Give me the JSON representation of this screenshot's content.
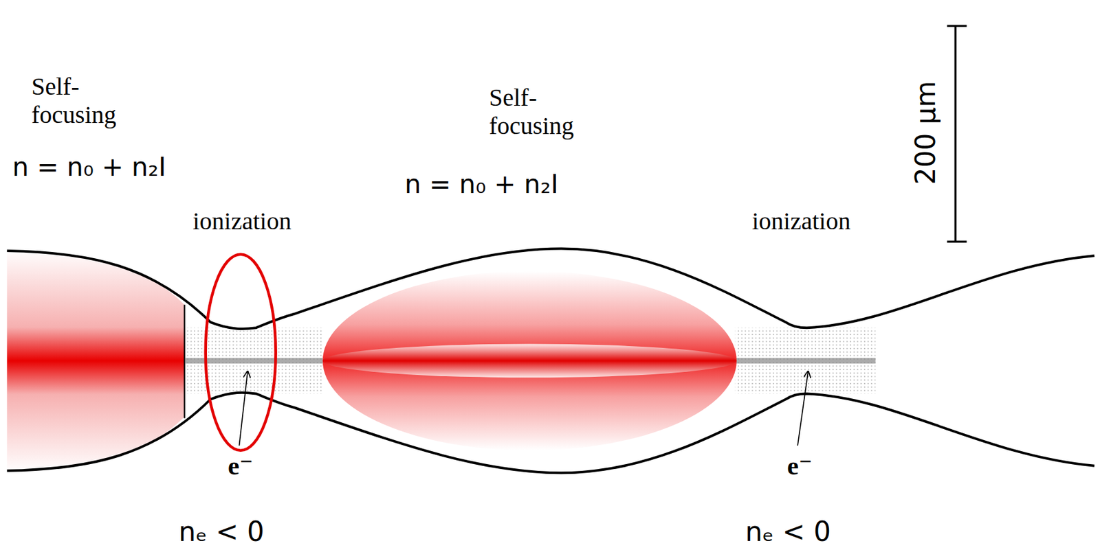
{
  "diagram": {
    "labels": [
      "Self- focusing",
      "n = n₀ + n₂I",
      "ionization",
      "Self- focusing",
      "n = n₀ + n₂I",
      "ionization",
      "200 μm",
      "e⁻",
      "nₑ < 0",
      "e⁻",
      "nₑ < 0"
    ]
  }
}
